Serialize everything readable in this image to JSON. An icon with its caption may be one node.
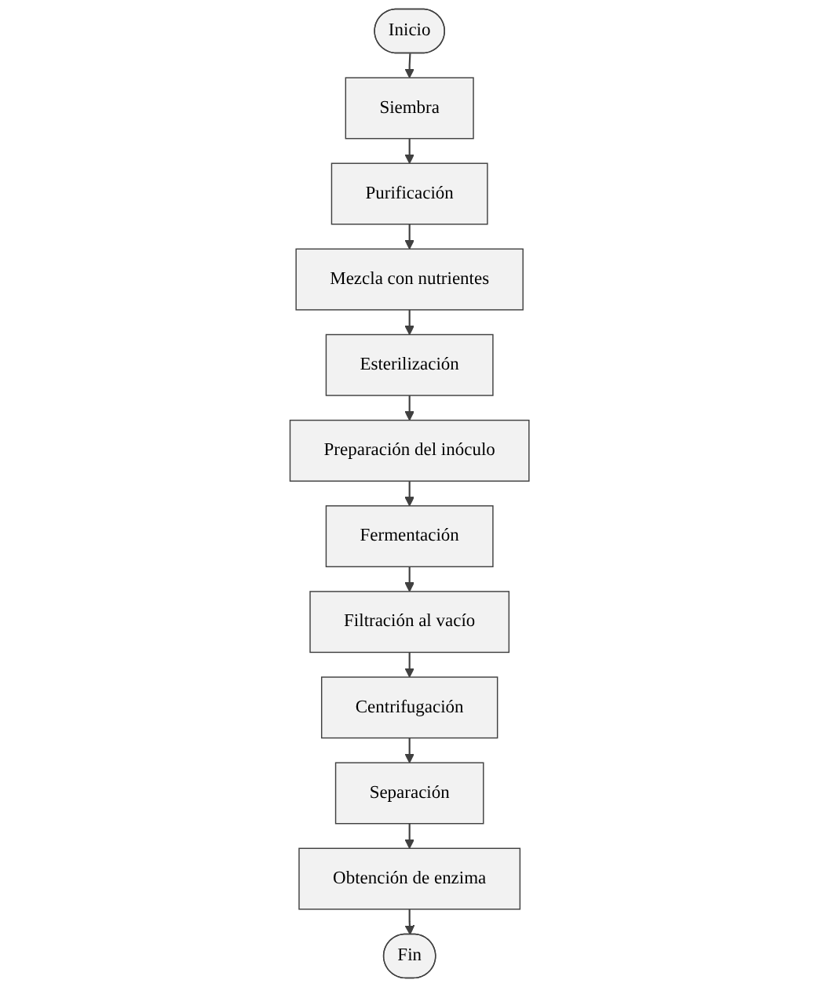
{
  "diagram": {
    "nodes": [
      {
        "text": [
          "Inicio"
        ]
      },
      {
        "text": [
          "Siembra"
        ]
      },
      {
        "text": [
          "Purificación"
        ]
      },
      {
        "text": [
          "Mezcla con nutrientes"
        ]
      },
      {
        "text": [
          "Esterilización"
        ]
      },
      {
        "text": [
          "Preparación del inóculo"
        ]
      },
      {
        "text": [
          "Fermentación"
        ]
      },
      {
        "text": [
          "Filtración al vacío"
        ]
      },
      {
        "text": [
          "Centrifugación"
        ]
      },
      {
        "text": [
          "Separación"
        ]
      },
      {
        "text": [
          "Obtención de enzima"
        ]
      },
      {
        "text": [
          "Fin"
        ]
      }
    ],
    "edges": [
      {
        "from": 0,
        "to": 1,
        "arrow": "to"
      },
      {
        "from": 1,
        "to": 2,
        "arrow": "to"
      },
      {
        "from": 2,
        "to": 3,
        "arrow": "to"
      },
      {
        "from": 3,
        "to": 4,
        "arrow": "to"
      },
      {
        "from": 4,
        "to": 5,
        "arrow": "to"
      },
      {
        "from": 5,
        "to": 6,
        "arrow": "to"
      },
      {
        "from": 6,
        "to": 7,
        "arrow": "to"
      },
      {
        "from": 7,
        "to": 8,
        "arrow": "to"
      },
      {
        "from": 8,
        "to": 9,
        "arrow": "to"
      },
      {
        "from": 9,
        "to": 10,
        "arrow": "to"
      },
      {
        "from": 10,
        "to": 11,
        "arrow": "to"
      }
    ]
  }
}
